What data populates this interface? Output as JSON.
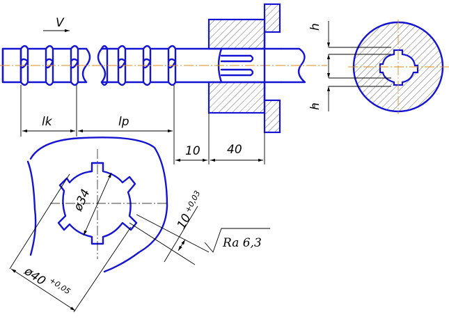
{
  "labels": {
    "feed_direction": "V",
    "length_calibrating": "lk",
    "length_cutting": "lp",
    "dim_offset": "10",
    "dim_bushing": "40",
    "spline_offset_top": "h",
    "spline_offset_bottom": "h",
    "dia_inner": "ø34",
    "dia_outer": "ø40",
    "tol_outer": "+0,05",
    "width_spline": "10",
    "tol_width": "+0,03",
    "roughness": "Ra 6,3"
  },
  "colors": {
    "outline": "#1414d2",
    "center_axis": "#d98a1a",
    "dimension": "#000000"
  }
}
